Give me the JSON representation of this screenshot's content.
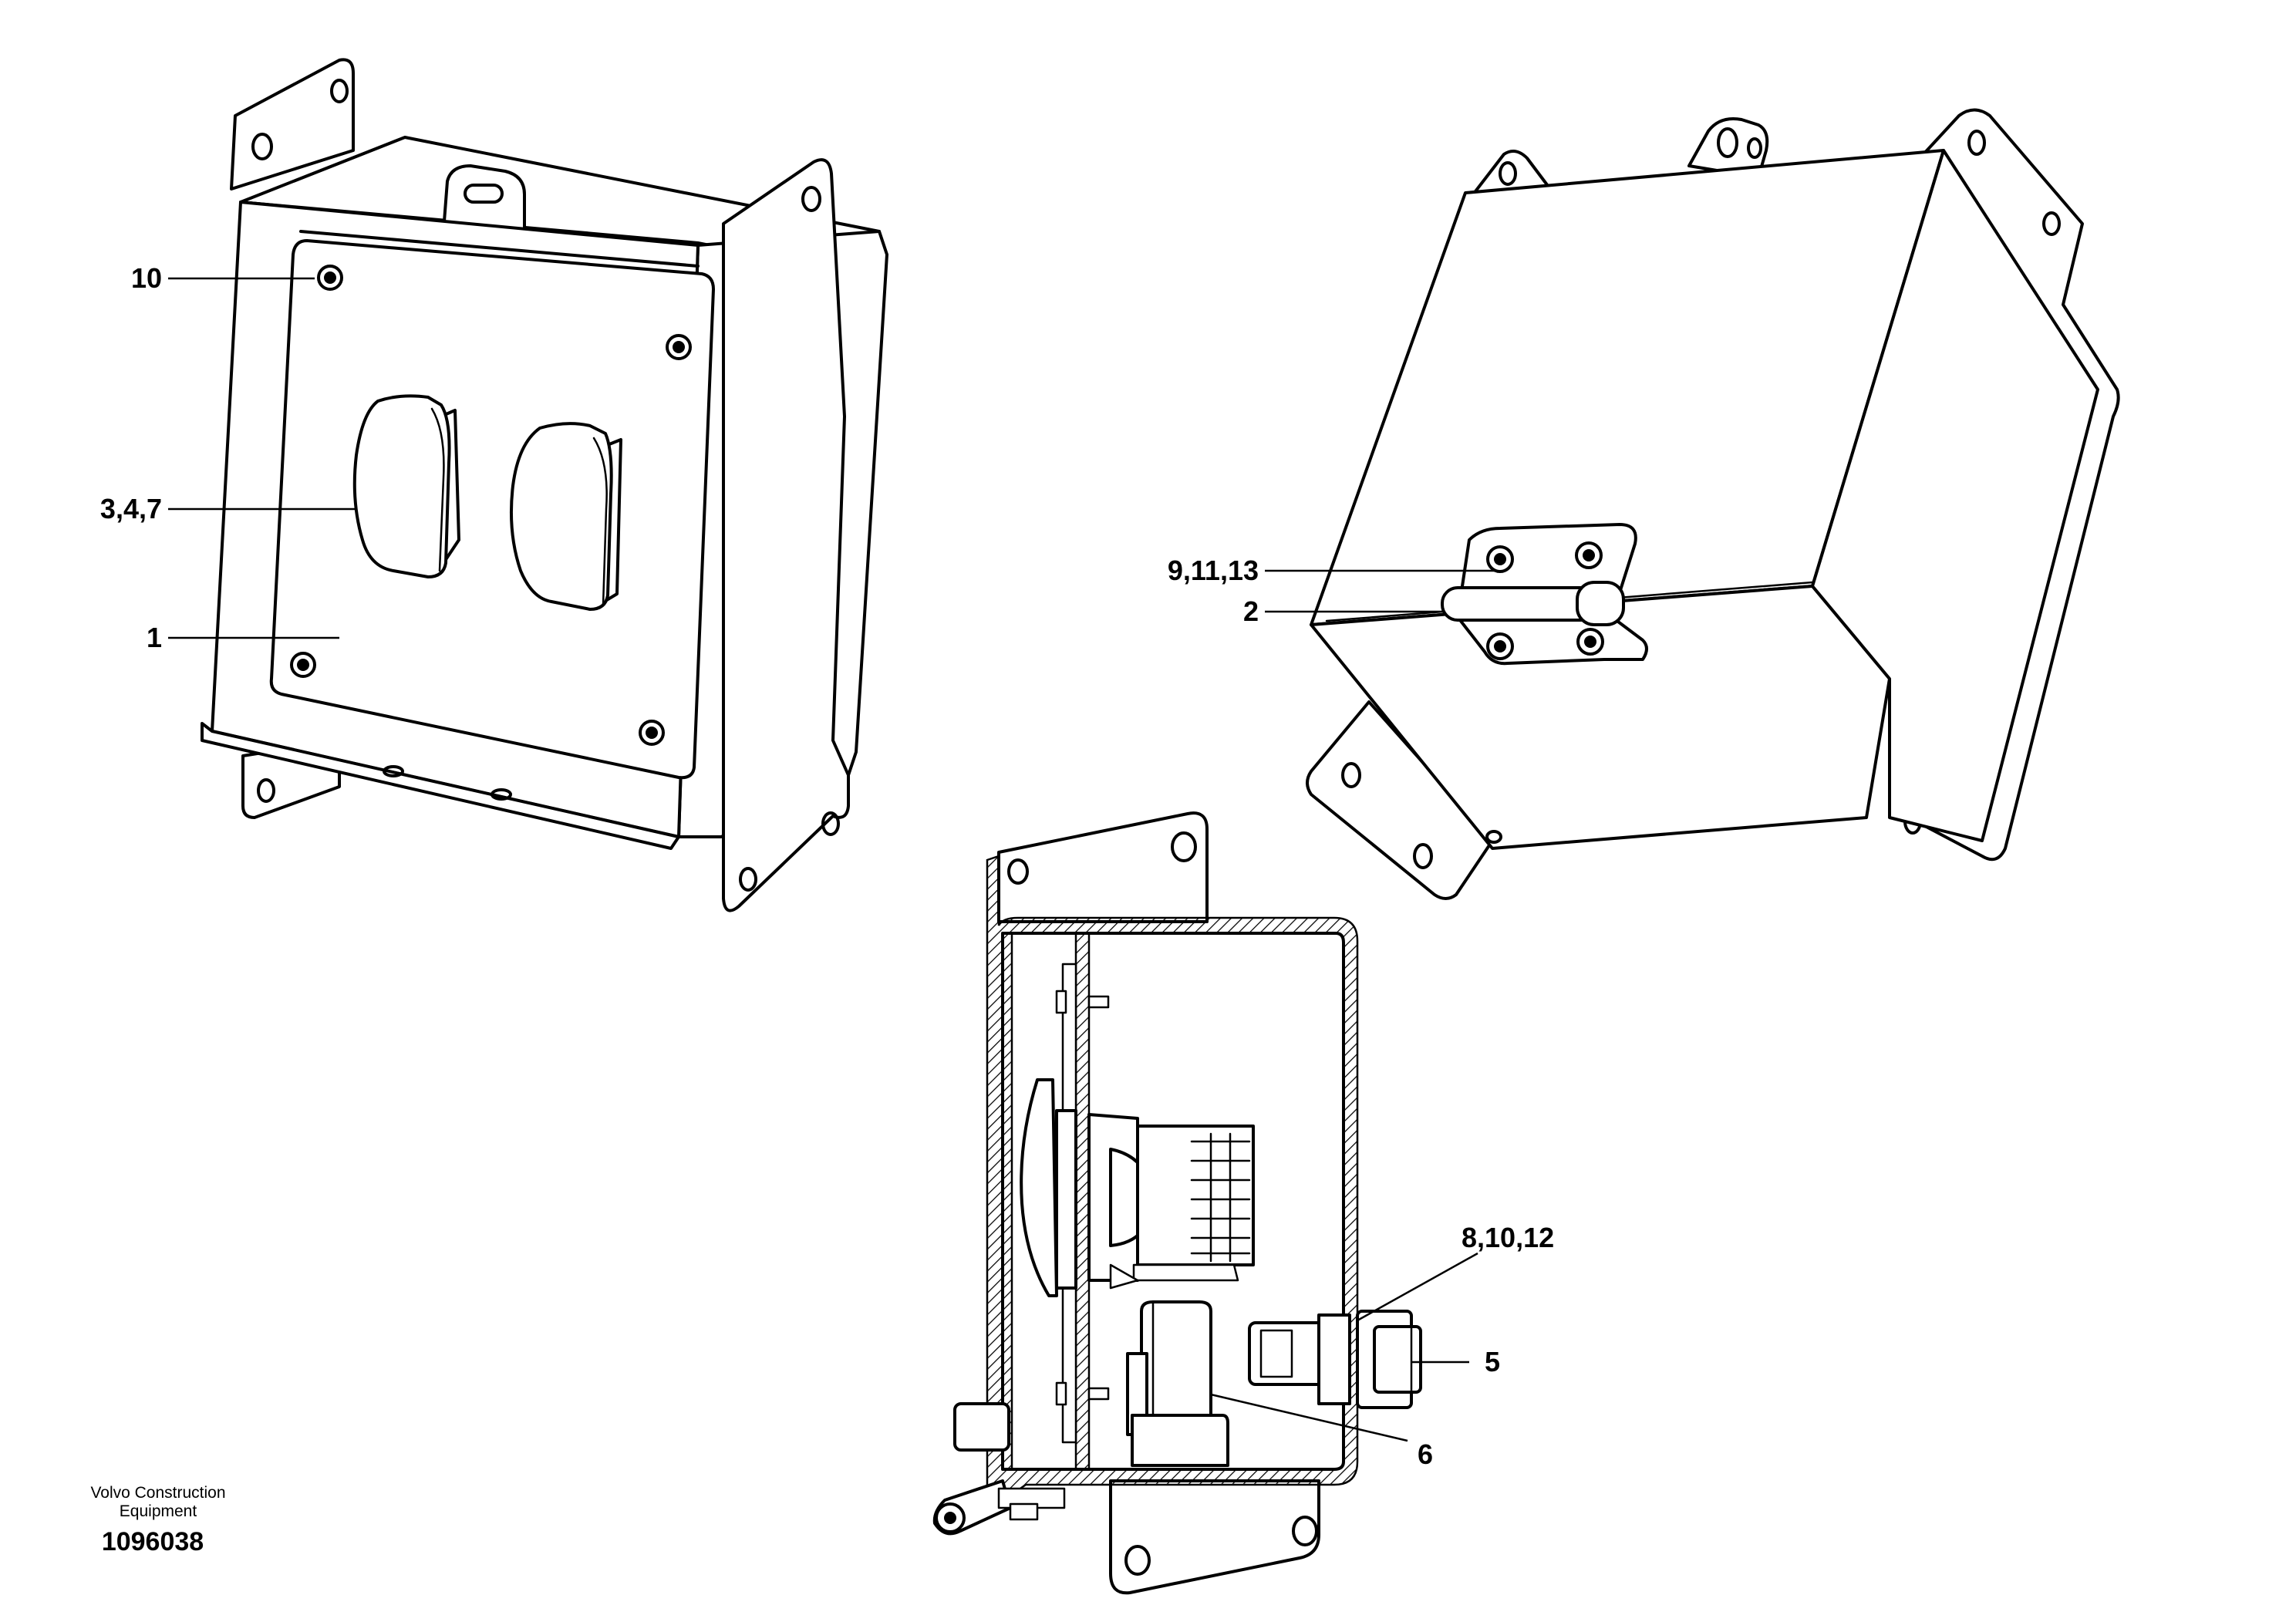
{
  "callouts": {
    "c10": "10",
    "c347": "3,4,7",
    "c1": "1",
    "c91113": "9,11,13",
    "c2": "2",
    "c81012": "8,10,12",
    "c5": "5",
    "c6": "6"
  },
  "footer": {
    "company_line1": "Volvo Construction",
    "company_line2": "Equipment",
    "drawing_number": "1096038"
  }
}
